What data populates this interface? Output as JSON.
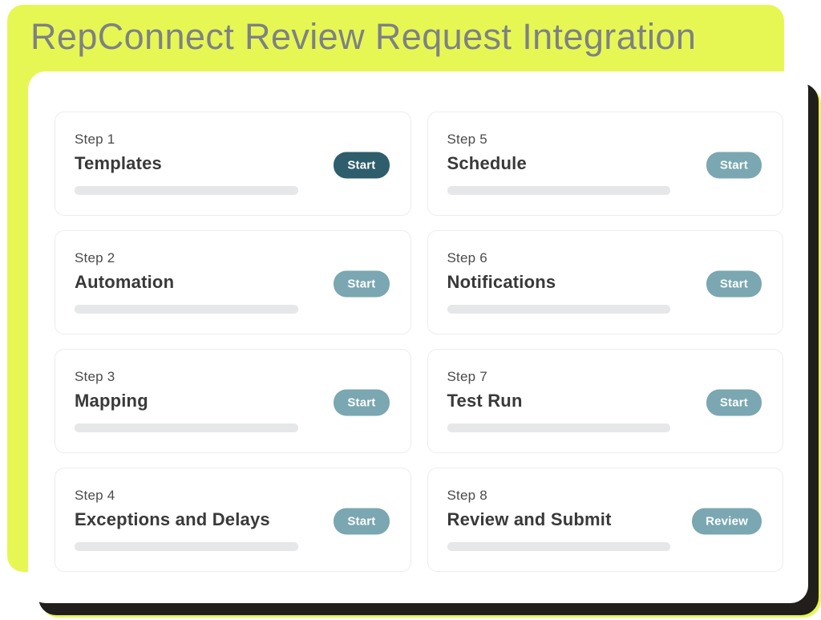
{
  "header": {
    "title": "RepConnect Review Request Integration"
  },
  "theme": {
    "accent_yellow": "#e6f754",
    "shadow_black": "#221e1c",
    "title_gray": "#7e8184",
    "button_primary": "#2e5d6c",
    "button_secondary": "#7aa7b1"
  },
  "steps": [
    {
      "label": "Step 1",
      "title": "Templates",
      "button_label": "Start",
      "button_variant": "primary",
      "progress_percent": 0
    },
    {
      "label": "Step 2",
      "title": "Automation",
      "button_label": "Start",
      "button_variant": "secondary",
      "progress_percent": 0
    },
    {
      "label": "Step 3",
      "title": "Mapping",
      "button_label": "Start",
      "button_variant": "secondary",
      "progress_percent": 0
    },
    {
      "label": "Step 4",
      "title": "Exceptions and Delays",
      "button_label": "Start",
      "button_variant": "secondary",
      "progress_percent": 0
    },
    {
      "label": "Step 5",
      "title": "Schedule",
      "button_label": "Start",
      "button_variant": "secondary",
      "progress_percent": 0
    },
    {
      "label": "Step 6",
      "title": "Notifications",
      "button_label": "Start",
      "button_variant": "secondary",
      "progress_percent": 0
    },
    {
      "label": "Step 7",
      "title": "Test Run",
      "button_label": "Start",
      "button_variant": "secondary",
      "progress_percent": 0
    },
    {
      "label": "Step 8",
      "title": "Review and Submit",
      "button_label": "Review",
      "button_variant": "secondary",
      "progress_percent": 0
    }
  ]
}
